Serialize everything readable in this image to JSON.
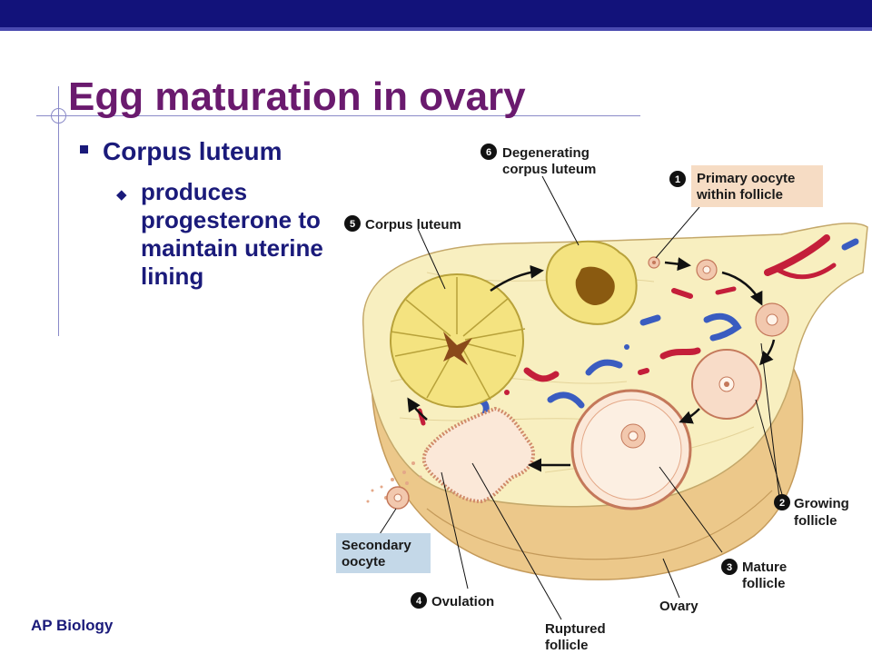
{
  "slide": {
    "title": "Egg maturation in ovary",
    "bullet": "Corpus luteum",
    "subbullet": "produces progesterone to maintain uterine lining",
    "footer": "AP Biology"
  },
  "diagram": {
    "labels": {
      "l1_num": "1",
      "l1_line1": "Primary oocyte",
      "l1_line2": "within follicle",
      "l2_num": "2",
      "l2_line1": "Growing",
      "l2_line2": "follicle",
      "l3_num": "3",
      "l3_line1": "Mature",
      "l3_line2": "follicle",
      "l4_num": "4",
      "l4_line1": "Ovulation",
      "l5_num": "5",
      "l5_line1": "Corpus luteum",
      "l6_num": "6",
      "l6_line1": "Degenerating",
      "l6_line2": "corpus luteum",
      "sec_line1": "Secondary",
      "sec_line2": "oocyte",
      "ovary": "Ovary",
      "rup_line1": "Ruptured",
      "rup_line2": "follicle"
    },
    "colors": {
      "ovary_tissue": "#f8efc0",
      "cortex": "#ecc88a",
      "follicle": "#f2c8ae",
      "corpus_luteum": "#f4e380",
      "artery": "#c41e3a",
      "vein": "#3a5cc0",
      "label_bg_primary": "#f6dcc4",
      "label_bg_secondary": "#c4d8e8"
    }
  }
}
